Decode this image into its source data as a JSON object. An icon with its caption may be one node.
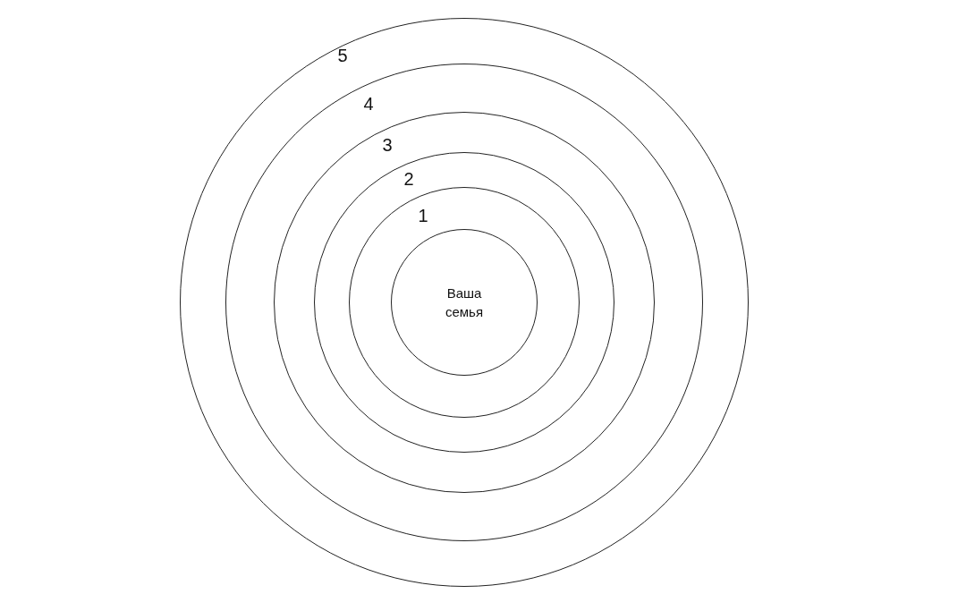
{
  "diagram": {
    "nodes": [
      {
        "text": [
          "5"
        ]
      },
      {
        "text": [
          "4"
        ],
        "in": 0
      },
      {
        "text": [
          "3"
        ],
        "in": 1
      },
      {
        "text": [
          "2"
        ],
        "in": 2
      },
      {
        "text": [
          "1"
        ],
        "in": 3
      },
      {
        "text": [
          "Ваша семья"
        ],
        "in": 4
      }
    ]
  }
}
